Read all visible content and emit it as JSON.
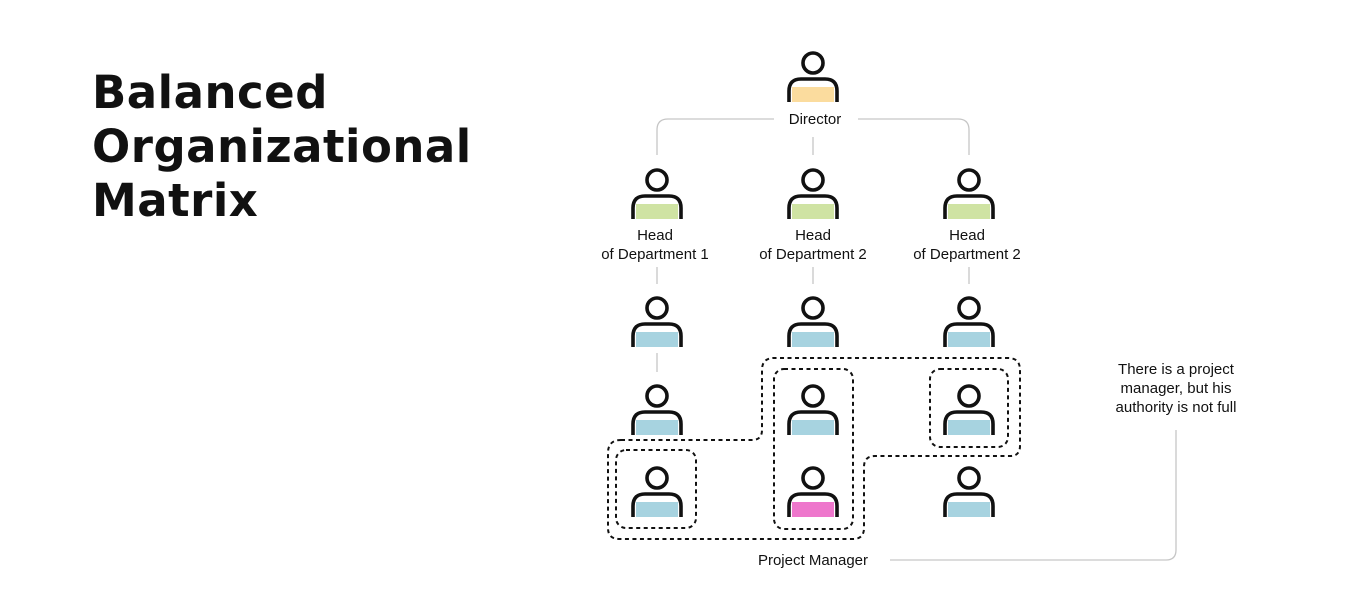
{
  "title": {
    "line1": "Balanced",
    "line2": "Organizational",
    "line3": "Matrix"
  },
  "labels": {
    "director": "Director",
    "head1_line1": "Head",
    "head1_line2": "of Department 1",
    "head2_line1": "Head",
    "head2_line2": "of Department 2",
    "head3_line1": "Head",
    "head3_line2": "of Department 2",
    "project_manager": "Project Manager",
    "note_line1": "There is a project",
    "note_line2": "manager, but his",
    "note_line3": "authority is not full"
  },
  "colors": {
    "director": "#fbdc9e",
    "head": "#cfe3a3",
    "staff": "#a7d3e0",
    "project_manager": "#ee77cc",
    "outline": "#111111",
    "connector": "#c6c6c6"
  }
}
